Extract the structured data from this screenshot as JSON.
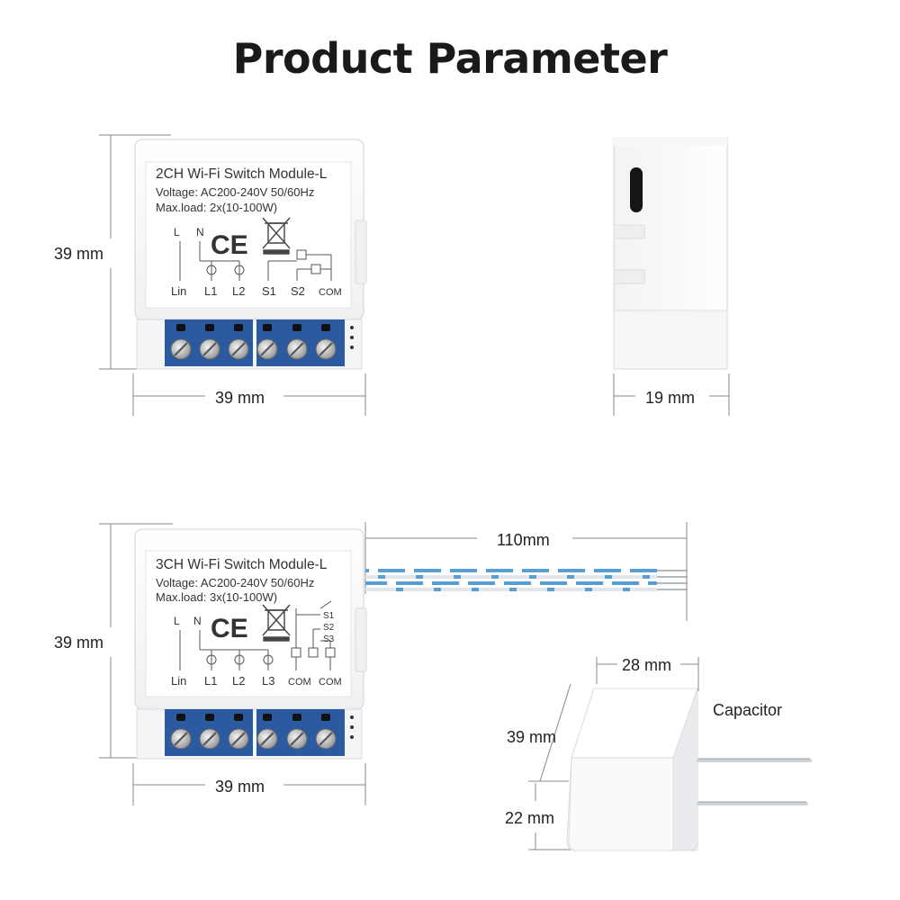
{
  "title": "Product Parameter",
  "module_2ch": {
    "name": "2CH Wi-Fi Switch Module-L",
    "voltage": "Voltage: AC200-240V 50/60Hz",
    "max_load": "Max.load: 2x(10-100W)",
    "terminals": [
      "Lin",
      "L1",
      "L2",
      "S1",
      "S2",
      "COM"
    ],
    "height_dim": "39 mm",
    "width_dim": "39 mm",
    "side_depth_dim": "19 mm"
  },
  "module_3ch": {
    "name": "3CH Wi-Fi Switch Module-L",
    "voltage": "Voltage: AC200-240V 50/60Hz",
    "max_load": "Max.load: 3x(10-100W)",
    "terminals": [
      "Lin",
      "L1",
      "L2",
      "L3",
      "COM",
      "COM"
    ],
    "switch_labels": [
      "S1",
      "S2",
      "S3"
    ],
    "height_dim": "39 mm",
    "width_dim": "39 mm",
    "wire_length_dim": "110mm"
  },
  "capacitor": {
    "label": "Capacitor",
    "width_dim": "28 mm",
    "depth_dim": "39 mm",
    "height_dim": "22 mm"
  },
  "symbols": {
    "L": "L",
    "N": "N",
    "ce": "CE"
  },
  "colors": {
    "terminal_blue": "#2c5aa0",
    "wire_blue": "#5a9fd4",
    "dim_line": "#888888"
  }
}
